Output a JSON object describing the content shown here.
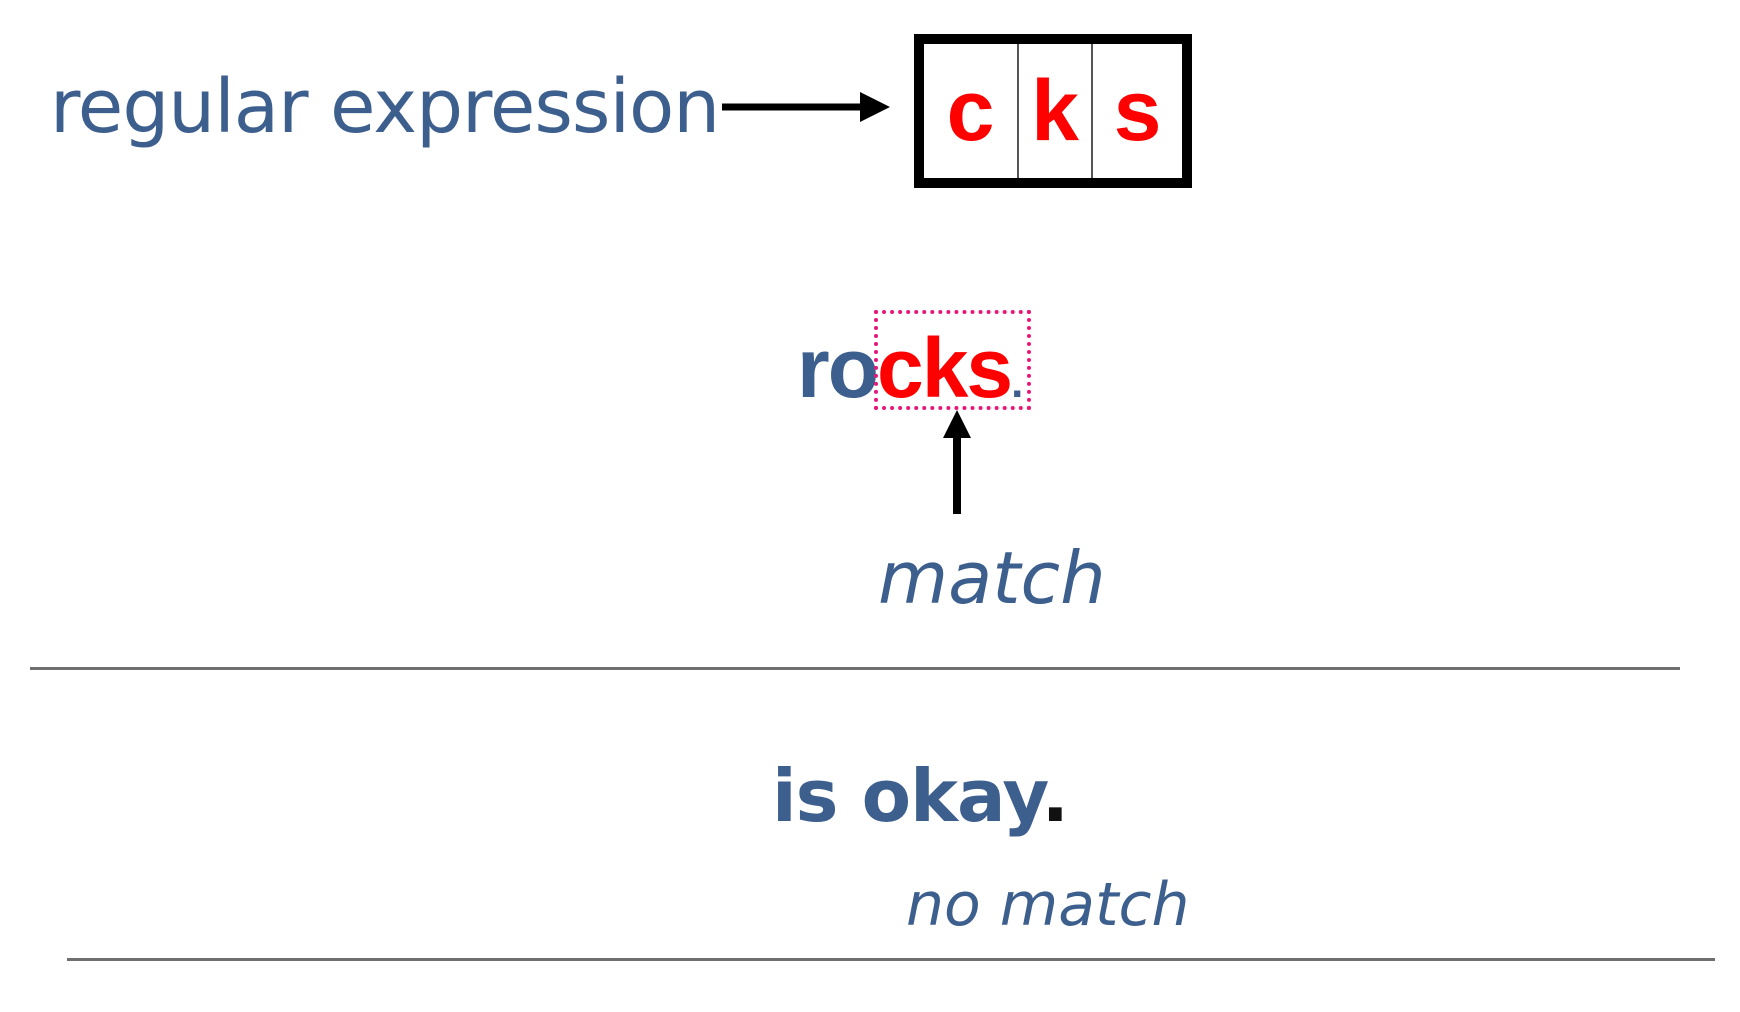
{
  "regex": {
    "label": "regular expression",
    "cells": [
      "c",
      "k",
      "s"
    ]
  },
  "example_match": {
    "prefix": "ro",
    "matched": "cks",
    "suffix": ".",
    "result_label": "match"
  },
  "example_nomatch": {
    "text": "is okay",
    "suffix": ".",
    "result_label": "no match"
  },
  "colors": {
    "label_blue": "#3d5f8e",
    "match_red": "#ff0000",
    "highlight_pink": "#e8187a",
    "box_black": "#000000",
    "divider_gray": "#6f6f6f"
  },
  "icons": [
    "arrow-right-icon",
    "arrow-up-icon"
  ]
}
